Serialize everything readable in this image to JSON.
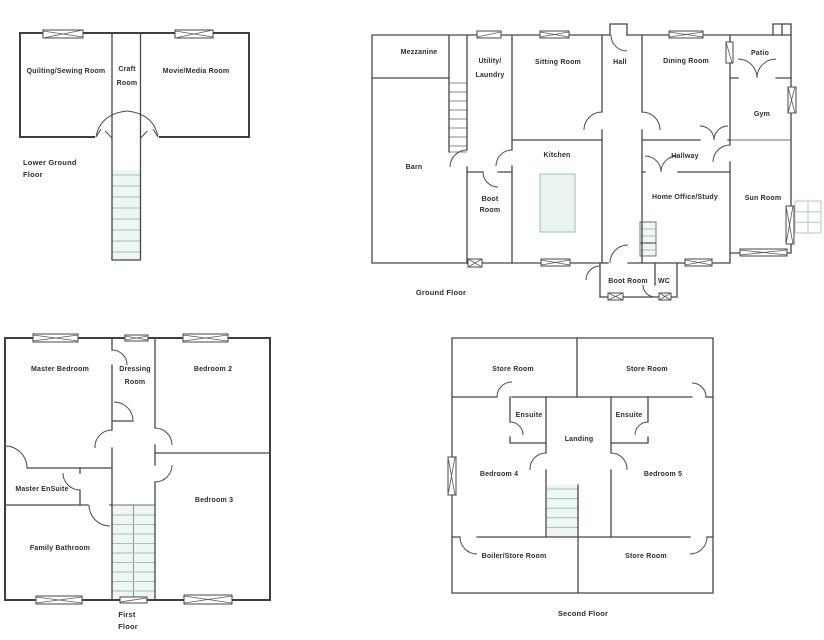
{
  "sheet": {
    "background": "#ffffff",
    "wall_color": "#464646",
    "accent_green": "#e9f4ee"
  },
  "floors": {
    "lower_ground": {
      "title_line1": "Lower Ground",
      "title_line2": "Floor",
      "rooms": {
        "quilting": "Quilting/Sewing Room",
        "craft1": "Craft",
        "craft2": "Room",
        "movie": "Movie/Media Room"
      }
    },
    "ground": {
      "title": "Ground Floor",
      "rooms": {
        "mezzanine": "Mezzanine",
        "utility1": "Utility/",
        "utility2": "Laundry",
        "sitting": "Sitting Room",
        "hall": "Hall",
        "dining": "Dining Room",
        "patio": "Patio",
        "gym": "Gym",
        "barn": "Barn",
        "kitchen": "Kitchen",
        "boot1": "Boot",
        "boot2": "Room",
        "hallway": "Hallway",
        "office": "Home Office/Study",
        "sun": "Sun Room",
        "bootroom2": "Boot Room",
        "wc": "WC"
      }
    },
    "first": {
      "title_line1": "First",
      "title_line2": "Floor",
      "rooms": {
        "master": "Master Bedroom",
        "dressing1": "Dressing",
        "dressing2": "Room",
        "bedroom2": "Bedroom 2",
        "ensuite": "Master EnSuite",
        "bathroom": "Family Bathroom",
        "bedroom3": "Bedroom 3"
      }
    },
    "second": {
      "title": "Second Floor",
      "rooms": {
        "store_tl": "Store Room",
        "store_tr": "Store Room",
        "ensuite_l": "Ensuite",
        "ensuite_r": "Ensuite",
        "landing": "Landing",
        "bedroom4": "Bedroom 4",
        "bedroom5": "Bedroom 5",
        "boiler": "Boiler/Store Room",
        "store_br": "Store Room"
      }
    }
  }
}
